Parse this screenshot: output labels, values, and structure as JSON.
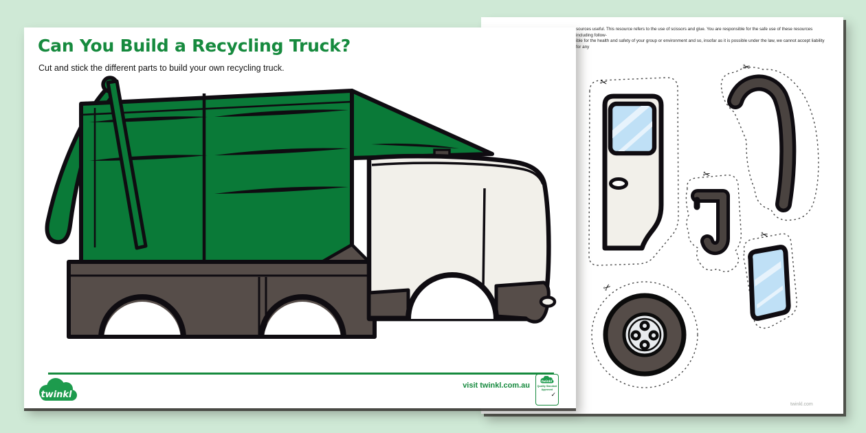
{
  "colors": {
    "background": "#cfe9d6",
    "brand_green": "#168a3e",
    "truck_green": "#0a7a38",
    "chassis_gray": "#564d49",
    "outline_black": "#0f0c11",
    "cab_white": "#f2f0ea",
    "glass_blue": "#bfe0f6"
  },
  "left_page": {
    "title": "Can You Build a Recycling Truck?",
    "subtitle": "Cut and stick the different parts to build your own recycling truck.",
    "footer": {
      "logo_text": "twinkl",
      "visit_text": "visit twinkl.com.au",
      "badge_logo_text": "twinkl",
      "badge_line1": "Quality Standard",
      "badge_line2": "Approved",
      "badge_check": "✓"
    }
  },
  "right_page": {
    "disclaimer_line1": "sources useful. This resource refers to the use of scissors and glue. You are responsible for the safe use of these resources including follow-",
    "disclaimer_line2": "ible for the health and safety of your group or environment and so, insofar as it is possible under the law, we cannot accept liability for any",
    "watermark": "twinkl.com"
  },
  "icons": {
    "scissors": "✂"
  }
}
